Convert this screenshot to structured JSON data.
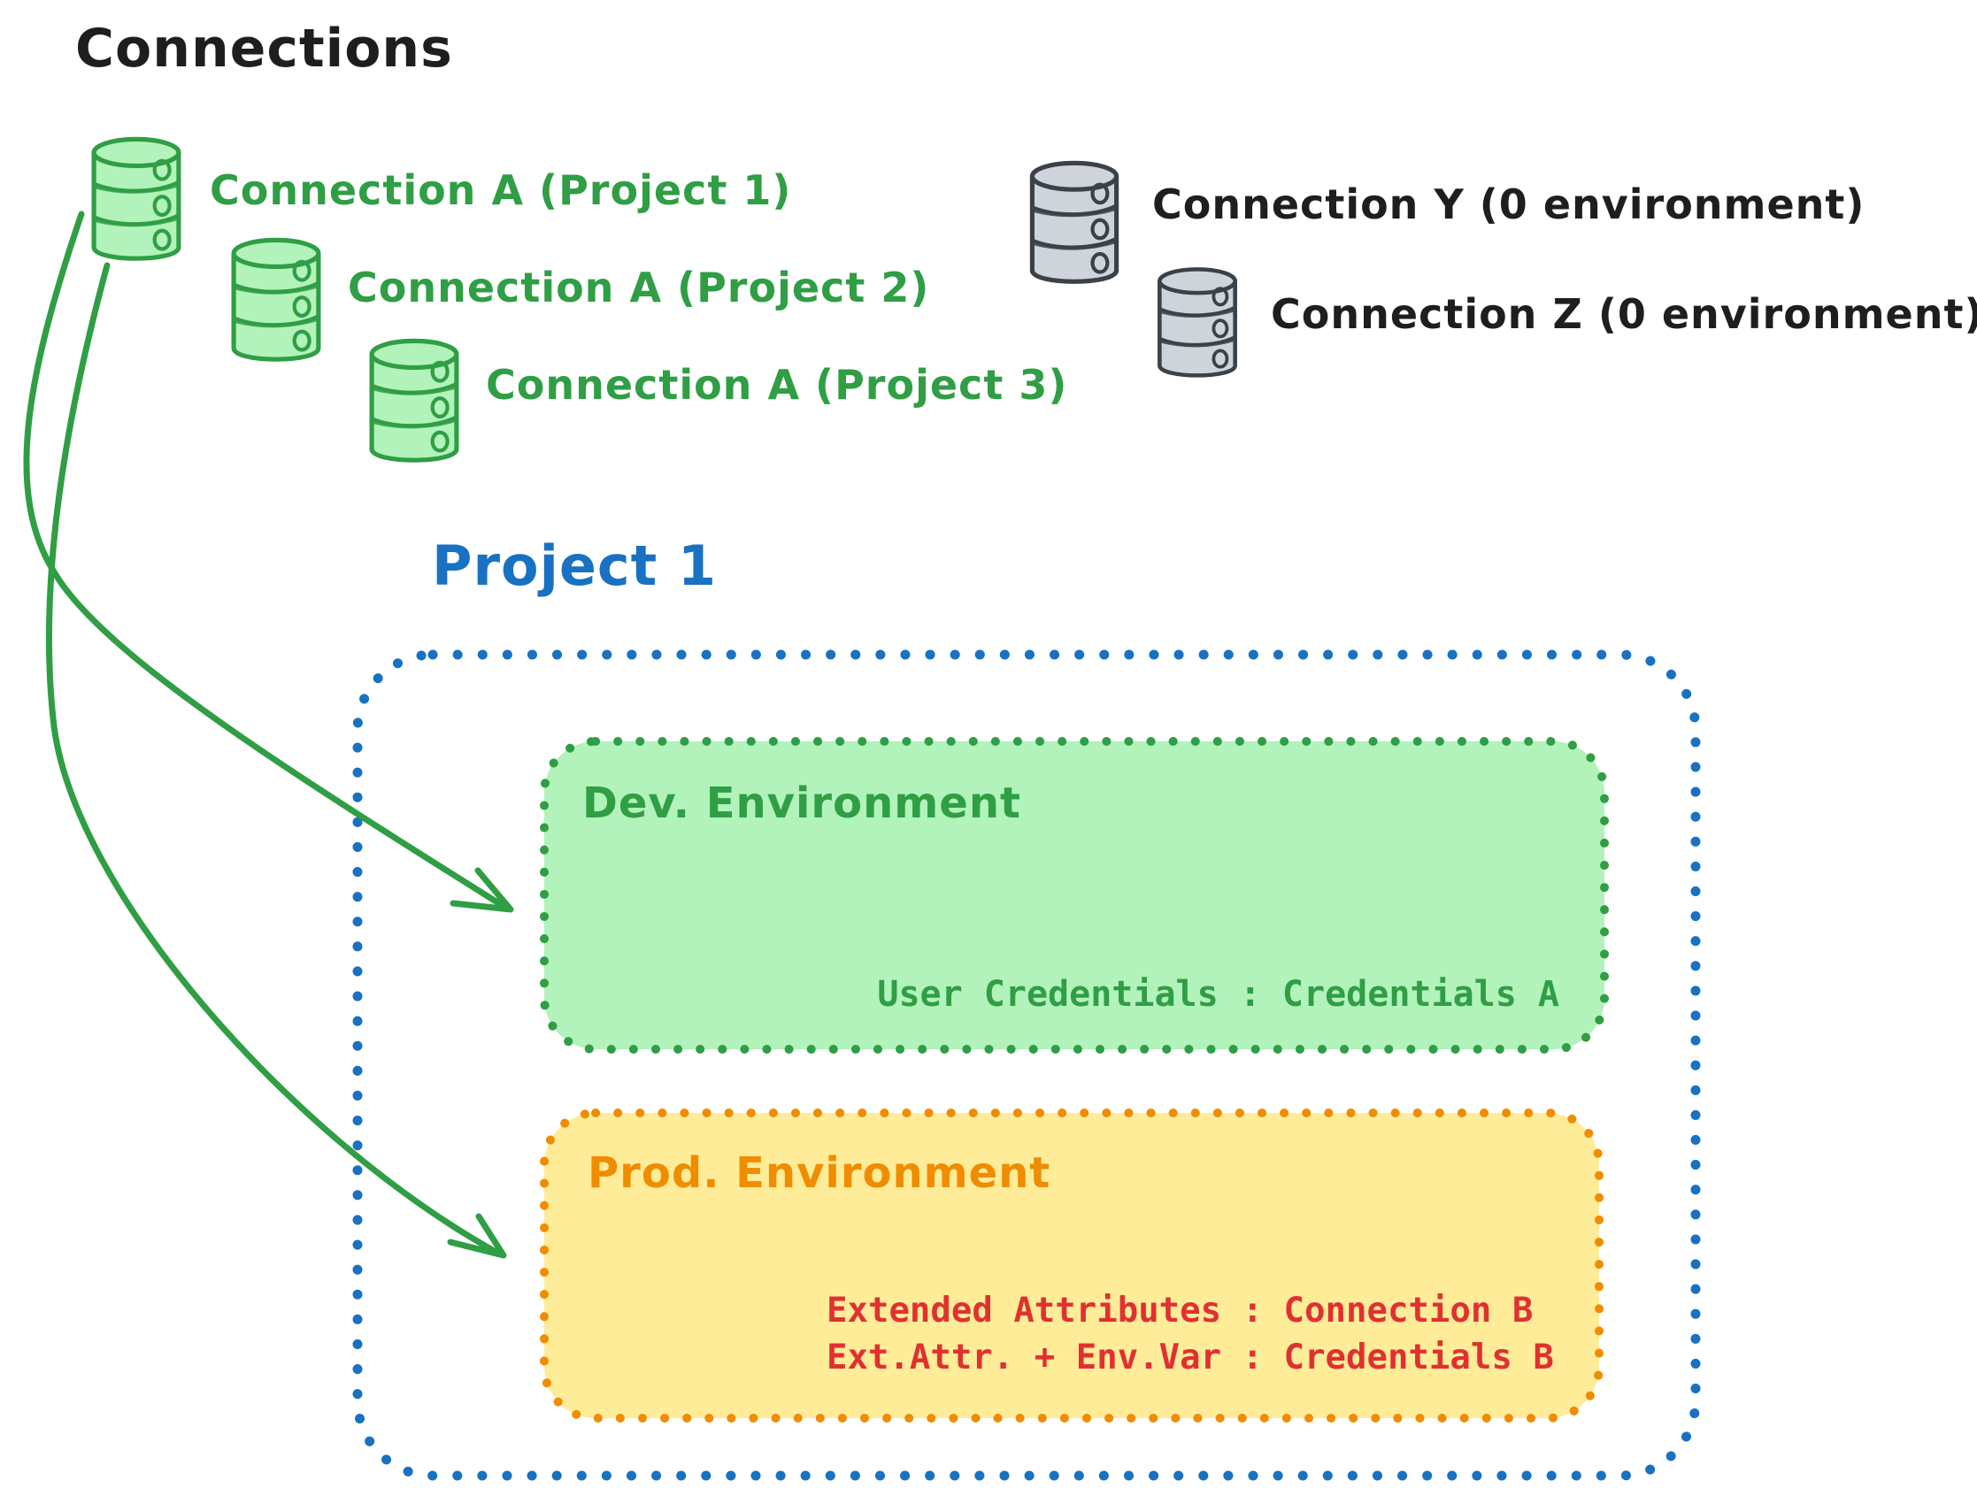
{
  "title": "Connections",
  "palette": {
    "green_stroke": "#2f9e44",
    "green_fill": "#b2f2bb",
    "gray_stroke": "#3b4148",
    "gray_fill": "#ced4da",
    "blue": "#1971c2",
    "orange": "#f08c00",
    "yellow_fill": "#ffec99",
    "red": "#e03131",
    "ink": "#1e1e1e"
  },
  "green_connections": [
    {
      "label": "Connection A (Project 1)"
    },
    {
      "label": "Connection A (Project 2)"
    },
    {
      "label": "Connection A (Project 3)"
    }
  ],
  "unassigned_connections": [
    {
      "label": "Connection Y (0 environment)"
    },
    {
      "label": "Connection Z (0 environment)"
    }
  ],
  "project": {
    "title": "Project 1",
    "dev": {
      "title": "Dev. Environment",
      "credentials": "User Credentials : Credentials A"
    },
    "prod": {
      "title": "Prod. Environment",
      "line1": "Extended Attributes : Connection B",
      "line2": "Ext.Attr. + Env.Var : Credentials B"
    }
  }
}
